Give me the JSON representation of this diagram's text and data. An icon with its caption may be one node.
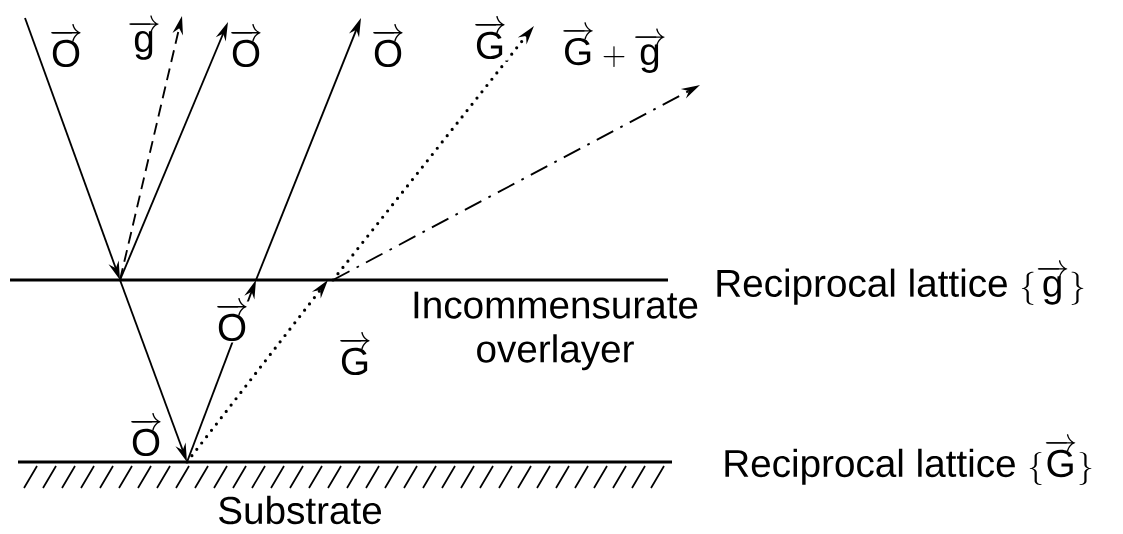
{
  "diagram": {
    "nodes": [
      {
        "text": [
          "\\mbox{Reciprocal lattice }\\{\\overrightarrow{\\mathrm{g}}\\}"
        ]
      },
      {
        "text": [
          "\\mbox{Reciprocal lattice }\\{\\overrightarrow{\\mathrm{G}}\\}"
        ],
        "beside": [
          "Substrate"
        ]
      }
    ],
    "edges": [
      {
        "from": null,
        "to": 0,
        "arrow": "to",
        "label": "\\overrightarrow{\\mathrm{O}}"
      },
      {
        "from": 0,
        "to": null,
        "arrow": "to",
        "label": "\\overrightarrow{\\mathrm{g}}",
        "style": "dashed"
      },
      {
        "from": 0,
        "to": null,
        "arrow": "to",
        "label": "\\overrightarrow{\\mathrm{O}}"
      },
      {
        "from": 0,
        "to": 1,
        "arrow": "to",
        "label": "\\overrightarrow{\\mathrm{O}}"
      },
      {
        "from": 1,
        "to": 0,
        "arrow": "to",
        "label": "\\overrightarrow{\\mathrm{O}}"
      },
      {
        "from": 0,
        "to": null,
        "arrow": "to",
        "label": "\\overrightarrow{\\mathrm{O}}"
      },
      {
        "from": 1,
        "to": 0,
        "arrow": "to",
        "label": "\\overrightarrow{\\mathrm{G}}",
        "style": "dashed"
      },
      {
        "from": 0,
        "to": null,
        "arrow": "to",
        "label": "\\overrightarrow{\\mathrm{G}}",
        "style": "dashed"
      },
      {
        "from": 0,
        "to": null,
        "arrow": "to",
        "label": "\\overrightarrow{\\mathrm{G}}+\\overrightarrow{\\mathrm{g}}",
        "style": "dashed"
      }
    ],
    "labels": [
      "Incommensurate overlayer"
    ]
  }
}
